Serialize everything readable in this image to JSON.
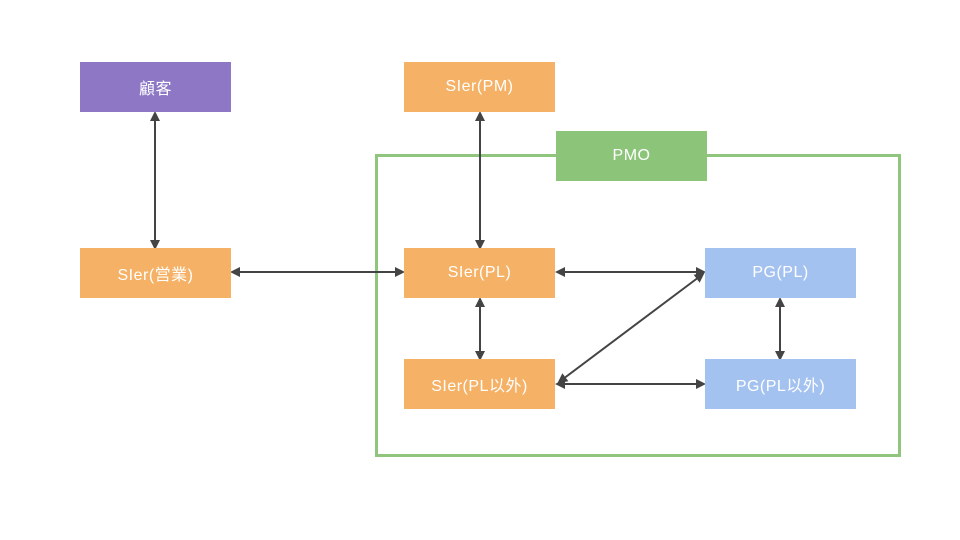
{
  "nodes": {
    "customer": "顧客",
    "sier_pm": "SIer(PM)",
    "pmo": "PMO",
    "sier_sales": "SIer(営業)",
    "sier_pl": "SIer(PL)",
    "sier_other": "SIer(PL以外)",
    "pg_pl": "PG(PL)",
    "pg_other": "PG(PL以外)"
  },
  "colors": {
    "customer": "#8e78c6",
    "sier": "#f5b165",
    "pg": "#a4c2f0",
    "pmo": "#8cc57a",
    "pmo_frame": "#90c57e",
    "connector": "#444444"
  }
}
